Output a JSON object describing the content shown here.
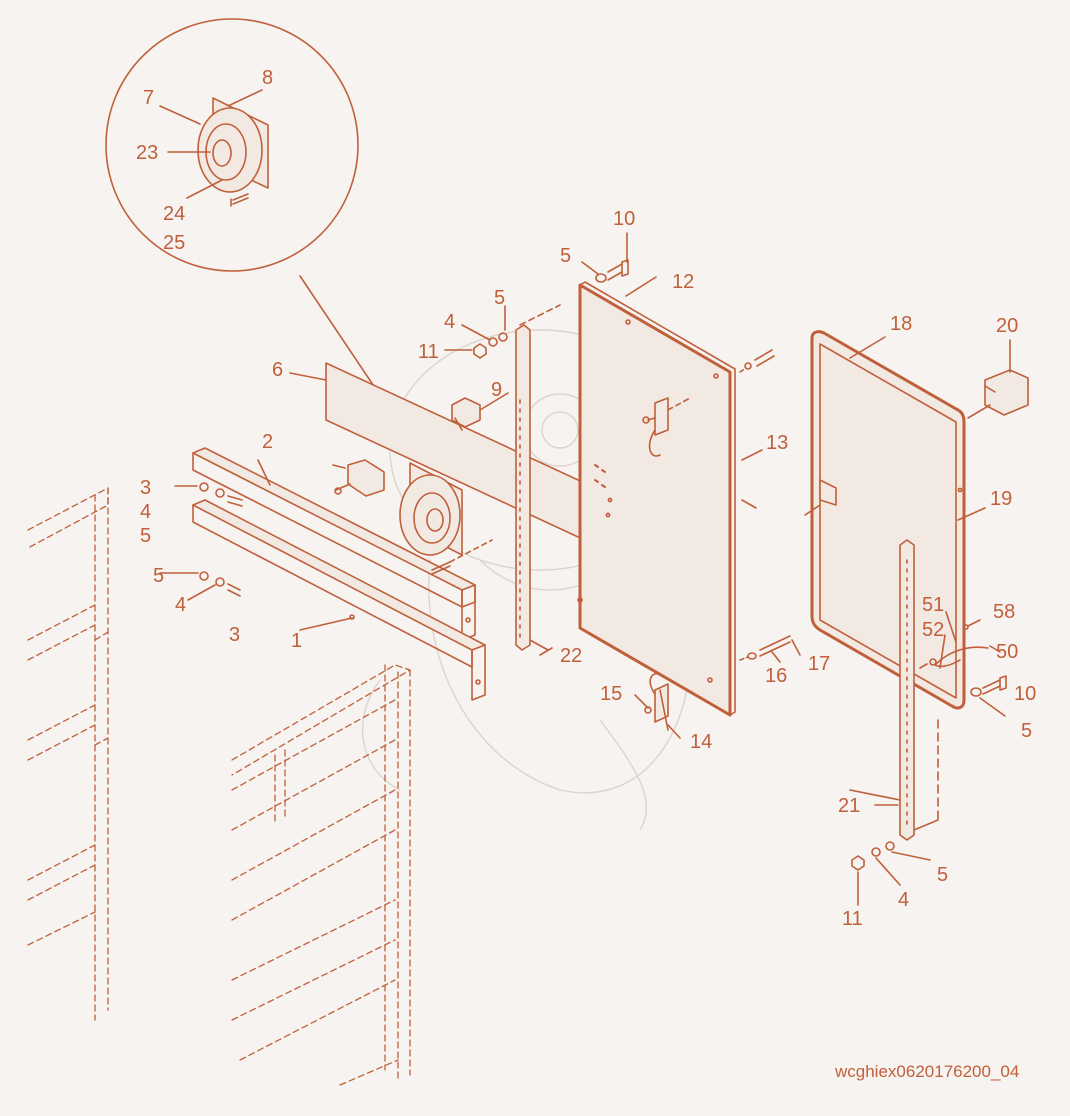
{
  "colors": {
    "background": "#f6f3f1",
    "ink": "#c0603a",
    "panel_fill": "#f3e9e3",
    "watermark": "#ddd4ce"
  },
  "callouts": [
    {
      "id": "c7",
      "text": "7"
    },
    {
      "id": "c8",
      "text": "8"
    },
    {
      "id": "c23",
      "text": "23"
    },
    {
      "id": "c24",
      "text": "24"
    },
    {
      "id": "c25",
      "text": "25"
    },
    {
      "id": "c10a",
      "text": "10"
    },
    {
      "id": "c5a",
      "text": "5"
    },
    {
      "id": "c12",
      "text": "12"
    },
    {
      "id": "c5b",
      "text": "5"
    },
    {
      "id": "c4a",
      "text": "4"
    },
    {
      "id": "c11a",
      "text": "11"
    },
    {
      "id": "c6",
      "text": "6"
    },
    {
      "id": "c9",
      "text": "9"
    },
    {
      "id": "c13",
      "text": "13"
    },
    {
      "id": "c18",
      "text": "18"
    },
    {
      "id": "c20",
      "text": "20"
    },
    {
      "id": "c19",
      "text": "19"
    },
    {
      "id": "c2",
      "text": "2"
    },
    {
      "id": "c3a",
      "text": "3"
    },
    {
      "id": "c4b",
      "text": "4"
    },
    {
      "id": "c5c",
      "text": "5"
    },
    {
      "id": "c5d",
      "text": "5"
    },
    {
      "id": "c4c",
      "text": "4"
    },
    {
      "id": "c3b",
      "text": "3"
    },
    {
      "id": "c1",
      "text": "1"
    },
    {
      "id": "c22",
      "text": "22"
    },
    {
      "id": "c51",
      "text": "51"
    },
    {
      "id": "c58",
      "text": "58"
    },
    {
      "id": "c52",
      "text": "52"
    },
    {
      "id": "c50",
      "text": "50"
    },
    {
      "id": "c16",
      "text": "16"
    },
    {
      "id": "c17",
      "text": "17"
    },
    {
      "id": "c10b",
      "text": "10"
    },
    {
      "id": "c15",
      "text": "15"
    },
    {
      "id": "c14",
      "text": "14"
    },
    {
      "id": "c5e",
      "text": "5"
    },
    {
      "id": "c21",
      "text": "21"
    },
    {
      "id": "c5f",
      "text": "5"
    },
    {
      "id": "c4d",
      "text": "4"
    },
    {
      "id": "c11b",
      "text": "11"
    }
  ],
  "drawing_code": "wcghiex0620176200_04"
}
